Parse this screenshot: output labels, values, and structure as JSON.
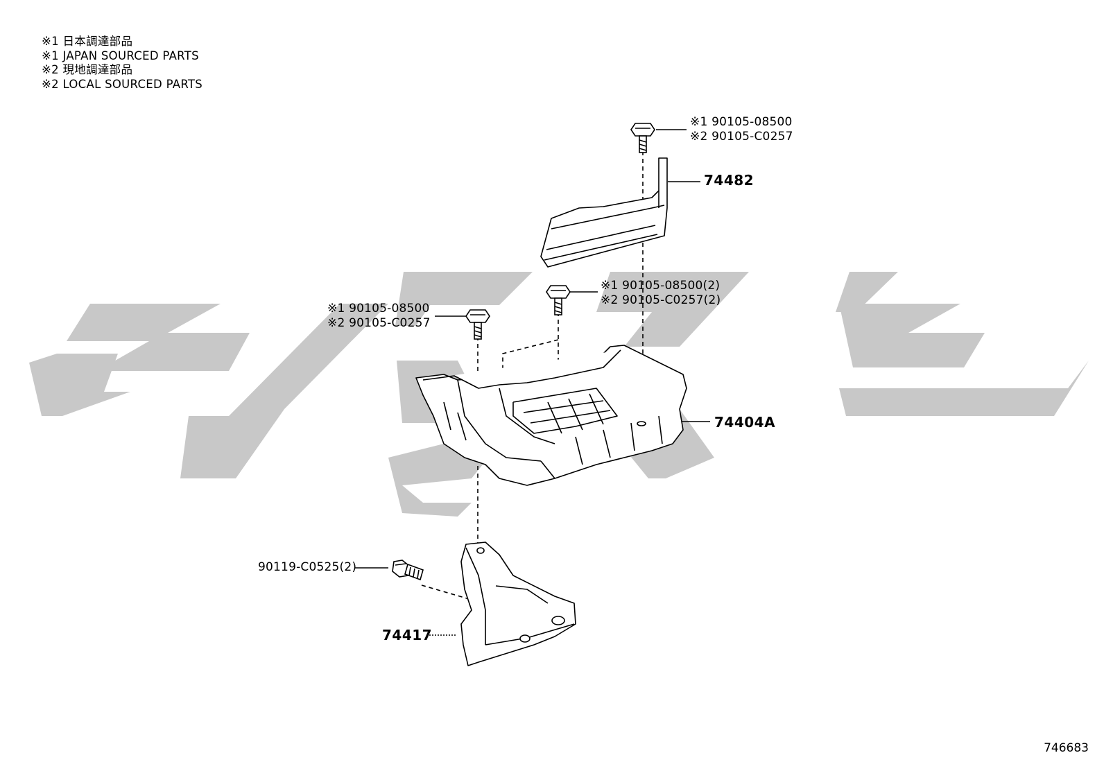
{
  "notes": [
    "※1 日本調達部品",
    "※1 JAPAN SOURCED PARTS",
    "※2 現地調達部品",
    "※2 LOCAL SOURCED PARTS"
  ],
  "callouts": {
    "bolt_top": [
      "※1 90105-08500",
      "※2 90105-C0257"
    ],
    "bolt_middle_right": [
      "※1 90105-08500(2)",
      "※2 90105-C0257(2)"
    ],
    "bolt_middle_left": [
      "※1 90105-08500",
      "※2 90105-C0257"
    ]
  },
  "parts": {
    "bracket_top": "74482",
    "tray": "74404A",
    "screw": "90119-C0525(2)",
    "bracket_bottom": "74417"
  },
  "illustration_id": "746683",
  "colors": {
    "line": "#000000",
    "watermark": "#c8c8c8",
    "background": "#ffffff"
  }
}
